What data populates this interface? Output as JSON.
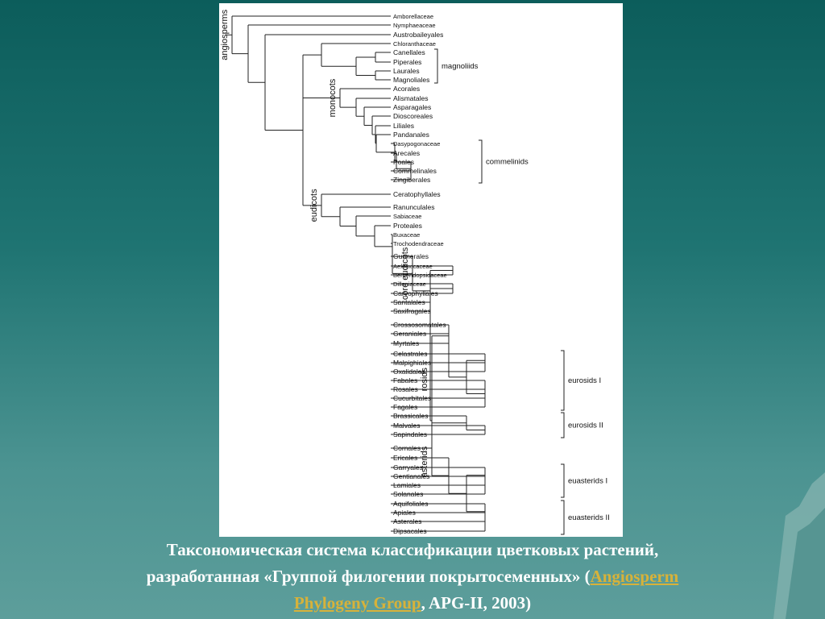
{
  "caption": {
    "line1": "Таксономическая система классификации цветковых растений,",
    "line2_pre": "разработанная «Группой филогении покрытосеменных» (",
    "link_part1": "Angiosperm",
    "link_part2": "Phylogeny Group",
    "line3_post": ", APG-II, 2003)"
  },
  "taxa": [
    "Amborellaceae",
    "Nymphaeaceae",
    "Austrobaileyales",
    "Chloranthaceae",
    "Canellales",
    "Piperales",
    "Laurales",
    "Magnoliales",
    "Acorales",
    "Alismatales",
    "Asparagales",
    "Dioscoreales",
    "Liliales",
    "Pandanales",
    "Dasypogonaceae",
    "Arecales",
    "Poales",
    "Commelinales",
    "Zingiberales",
    "Ceratophyllales",
    "Ranunculales",
    "Sabiaceae",
    "Proteales",
    "Buxaceae",
    "Trochodendraceae",
    "Gunnerales",
    "Aextoxicaceae",
    "Berberidopsidaceae",
    "Dilleniaceae",
    "Caryophyllales",
    "Santalales",
    "Saxifragales",
    "Crossosomatales",
    "Geraniales",
    "Myrtales",
    "Celastrales",
    "Malpighiales",
    "Oxalidales",
    "Fabales",
    "Rosales",
    "Cucurbitales",
    "Fagales",
    "Brassicales",
    "Malvales",
    "Sapindales",
    "Cornales",
    "Ericales",
    "Garryales",
    "Gentianales",
    "Lamiales",
    "Solanales",
    "Aquifoliales",
    "Apiales",
    "Asterales",
    "Dipsacales"
  ],
  "clade_labels": {
    "angiosperms": "angiosperms",
    "monocots": "monocots",
    "eudicots": "eudicots",
    "core_eudicots": "core eudicots",
    "rosids": "rosids",
    "asterids": "asterids"
  },
  "bracket_labels": {
    "magnoliids": "magnoliids",
    "commelinids": "commelinids",
    "eurosids_1": "eurosids I",
    "eurosids_2": "eurosids II",
    "euasterids_1": "euasterids I",
    "euasterids_2": "euasterids II"
  }
}
